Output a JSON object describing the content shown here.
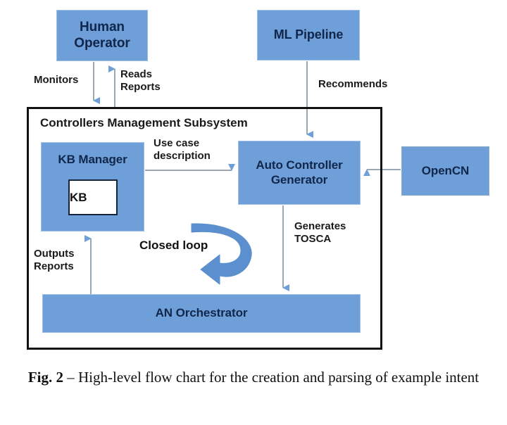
{
  "figure": {
    "caption_prefix": "Fig. 2",
    "caption_text": " – High-level flow chart for the creation and parsing of example intent"
  },
  "colors": {
    "node_fill": "#6f9fd8",
    "node_text": "#10264a",
    "arrow_blue": "#6f9fd8",
    "arrow_line": "#9aa7b4",
    "boundary_border": "#121212",
    "kb_fill": "#ffffff",
    "background": "#ffffff"
  },
  "diagram": {
    "type": "flow-chart",
    "boundary": {
      "title": "Controllers Management Subsystem"
    },
    "nodes": [
      {
        "id": "human-operator",
        "label": "Human\nOperator"
      },
      {
        "id": "ml-pipeline",
        "label": "ML Pipeline"
      },
      {
        "id": "kb-manager",
        "label": "KB Manager"
      },
      {
        "id": "kb",
        "label": "KB"
      },
      {
        "id": "auto-controller",
        "label": "Auto Controller\nGenerator"
      },
      {
        "id": "opencn",
        "label": "OpenCN"
      },
      {
        "id": "an-orchestrator",
        "label": "AN Orchestrator"
      }
    ],
    "edges": [
      {
        "id": "monitors",
        "label": "Monitors",
        "from": "human-operator",
        "to": "controllers-management-subsystem",
        "direction": "down"
      },
      {
        "id": "reads-reports",
        "label": "Reads\nReports",
        "from": "controllers-management-subsystem",
        "to": "human-operator",
        "direction": "up"
      },
      {
        "id": "recommends",
        "label": "Recommends",
        "from": "ml-pipeline",
        "to": "auto-controller",
        "direction": "down"
      },
      {
        "id": "use-case",
        "label": "Use case\ndescription",
        "from": "kb-manager",
        "to": "auto-controller",
        "direction": "right"
      },
      {
        "id": "opencn-input",
        "label": "",
        "from": "opencn",
        "to": "auto-controller",
        "direction": "left"
      },
      {
        "id": "generates-tosca",
        "label": "Generates\nTOSCA",
        "from": "auto-controller",
        "to": "an-orchestrator",
        "direction": "down"
      },
      {
        "id": "outputs-reports",
        "label": "Outputs\nReports",
        "from": "an-orchestrator",
        "to": "kb-manager",
        "direction": "up"
      }
    ],
    "annotations": [
      {
        "id": "closed-loop",
        "label": "Closed loop",
        "shape": "curved-arrow"
      }
    ]
  }
}
